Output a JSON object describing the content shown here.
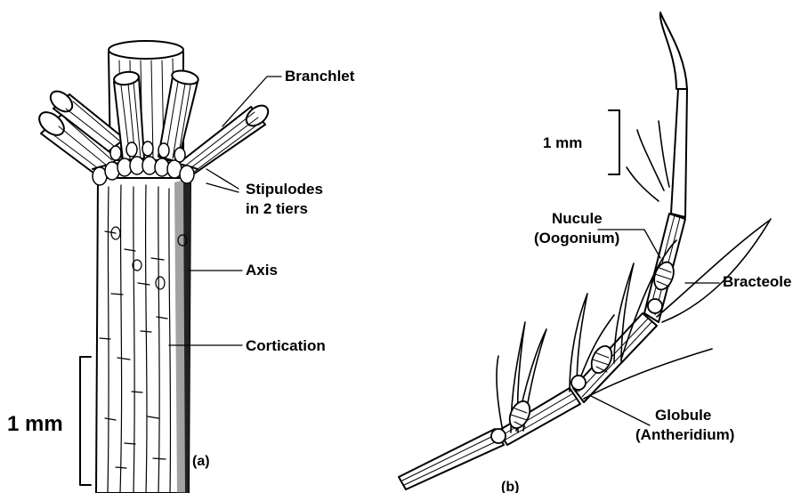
{
  "panel_a": {
    "tag": "(a)",
    "labels": {
      "branchlet": "Branchlet",
      "stipulodes_line1": "Stipulodes",
      "stipulodes_line2": "in 2 tiers",
      "axis": "Axis",
      "cortication": "Cortication"
    },
    "scale_bar": "1 mm"
  },
  "panel_b": {
    "tag": "(b)",
    "labels": {
      "nucule_line1": "Nucule",
      "nucule_line2": "(Oogonium)",
      "bracteole": "Bracteole",
      "globule_line1": "Globule",
      "globule_line2": "(Antheridium)"
    },
    "scale_bar": "1 mm"
  }
}
